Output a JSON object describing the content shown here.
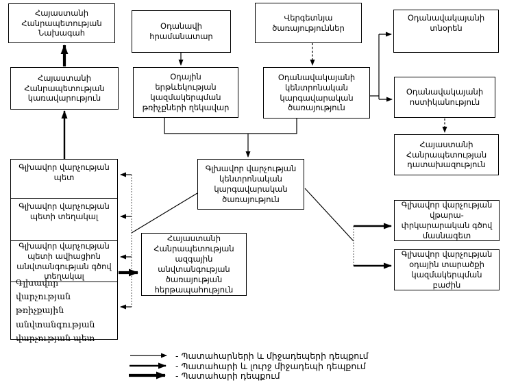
{
  "colors": {
    "line": "#000000",
    "background": "#ffffff",
    "box_border": "#000000"
  },
  "nodes": {
    "president": {
      "label": "Հայաստանի\nՀանրապետության\nՆախագահ"
    },
    "commander": {
      "label": "Օդանավի\nհրամանատար"
    },
    "ground_services": {
      "label": "Վերգետնյա\nծառայություններ"
    },
    "director": {
      "label": "Օդանավակայանի\nտնօրեն"
    },
    "government": {
      "label": "Հայաստանի\nՀանրապետության\nկառավարություն"
    },
    "atm": {
      "label": "Օդային\nերթևեկության\nկազմակերպման\nթռիչքների ղեկավար"
    },
    "airport_dispatch": {
      "label": "Օդանավակայանի\nկենտրոնական\nկարգավարական\nծառայություն"
    },
    "police": {
      "label": "Օդանավակայանի\nոստիկանություն"
    },
    "prosecutor": {
      "label": "Հայաստանի\nՀանրապետության\nդատախազություն"
    },
    "main_dispatch": {
      "label": "Գլխավոր վարչության\nկենտրոնական\nկարգավարական\nծառայություն"
    },
    "head": {
      "label": "Գլխավոր վարչության\nպետ"
    },
    "deputy": {
      "label": "Գլխավոր վարչության\nպետի տեղակալ"
    },
    "deputy_avsec": {
      "label": "Գլխավոր վարչության\nպետի ավիացիոն\nանվտանգության գծով\nտեղակալ"
    },
    "flight_safety_head": {
      "label": "Գլխավոր վարչության\nթռիչքային\nանվտանգության\nվարչության պետ"
    },
    "nss_duty": {
      "label": "Հայաստանի\nՀանրապետության\nազգային\nանվտանգության\nծառայության\nհերթապահություն"
    },
    "rescue_specialist": {
      "label": "Գլխավոր վարչության\nվթարա-\nփրկարարական գծով\nմասնագետ"
    },
    "airspace_division": {
      "label": "Գլխավոր վարչության\nօդային տարածքի\nկազմակերպման\nբաժին"
    }
  },
  "edges": [
    {
      "from": "commander",
      "to": "atm",
      "style": "thin",
      "line": "solid"
    },
    {
      "from": "ground_services",
      "to": "airport_dispatch",
      "style": "thin",
      "line": "dashed"
    },
    {
      "from": "atm",
      "to": "main_dispatch",
      "style": "thin",
      "line": "solid"
    },
    {
      "from": "airport_dispatch",
      "to": "main_dispatch",
      "style": "thin",
      "line": "solid"
    },
    {
      "from": "airport_dispatch",
      "to": "director",
      "style": "thin",
      "line": "solid"
    },
    {
      "from": "airport_dispatch",
      "to": "police",
      "style": "thin",
      "line": "solid"
    },
    {
      "from": "police",
      "to": "prosecutor",
      "style": "thin",
      "line": "dashed"
    },
    {
      "from": "head",
      "to": "government",
      "style": "medium",
      "line": "solid"
    },
    {
      "from": "government",
      "to": "president",
      "style": "thick",
      "line": "solid"
    },
    {
      "from": "main_dispatch",
      "to": "head",
      "style": "thin",
      "line": "solid"
    },
    {
      "from": "main_dispatch",
      "to": "deputy",
      "style": "thin",
      "line": "solid"
    },
    {
      "from": "main_dispatch",
      "to": "deputy_avsec",
      "style": "thin",
      "line": "solid"
    },
    {
      "from": "main_dispatch",
      "to": "flight_safety_head",
      "style": "thin",
      "line": "solid"
    },
    {
      "from": "main_dispatch",
      "to": "rescue_specialist",
      "style": "medium",
      "line": "solid"
    },
    {
      "from": "main_dispatch",
      "to": "airspace_division",
      "style": "medium",
      "line": "solid"
    },
    {
      "from": "deputy_avsec",
      "to": "nss_duty",
      "style": "thick",
      "line": "solid"
    }
  ],
  "legend": {
    "items": [
      {
        "style": "thin",
        "label": "- Պատահարների և միջադեպերի դեպքում"
      },
      {
        "style": "medium",
        "label": "- Պատահարի և լուրջ միջադեպի դեպքում"
      },
      {
        "style": "thick",
        "label": "- Պատահարի դեպքում"
      }
    ]
  }
}
